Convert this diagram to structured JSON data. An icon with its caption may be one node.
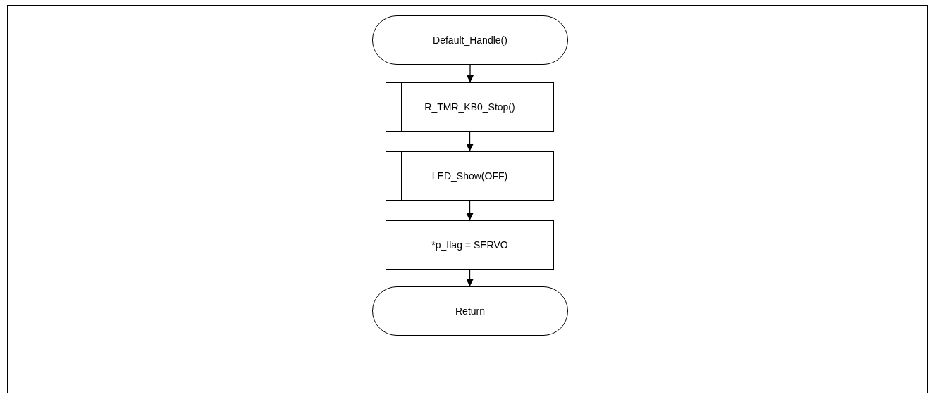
{
  "diagram": {
    "nodes": [
      {
        "text": [
          "Default_Handle()"
        ]
      },
      {
        "text": [
          "R_TMR_KB0_Stop()"
        ]
      },
      {
        "text": [
          "LED_Show(OFF)"
        ]
      },
      {
        "text": [
          "*p_flag = SERVO"
        ]
      },
      {
        "text": [
          "Return"
        ]
      }
    ],
    "edges": [
      {
        "from": 0,
        "to": 1,
        "arrow": "to"
      },
      {
        "from": 1,
        "to": 2,
        "arrow": "to"
      },
      {
        "from": 2,
        "to": 3,
        "arrow": "to"
      },
      {
        "from": 3,
        "to": 4,
        "arrow": "to"
      }
    ]
  }
}
